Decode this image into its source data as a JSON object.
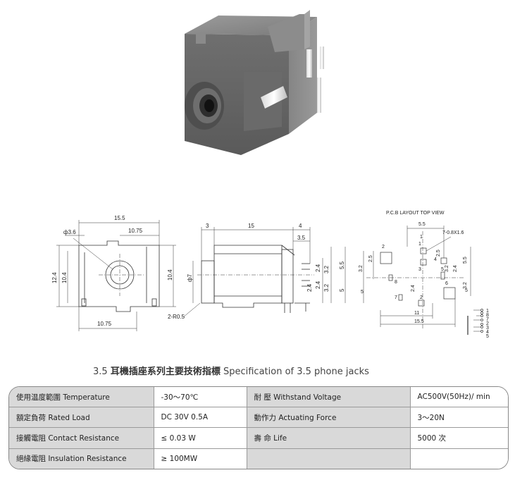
{
  "front_view": {
    "dim_width": "15.5",
    "dim_hole": "ф3.6",
    "dim_hole_offset": "10.75",
    "dim_height_outer": "12.4",
    "dim_height_inner": "10.4",
    "dim_height_right": "10.4",
    "dim_bottom": "10.75"
  },
  "side_view": {
    "dim_front": "3",
    "dim_body": "15",
    "dim_pin_a": "4",
    "dim_pin_b": "3.5",
    "dim_dia": "ф7",
    "dim_radius": "2-R0.5",
    "dim_v1": "2.4",
    "dim_v2": "3.2",
    "dim_v3": "2.4",
    "dim_v4": "2.4",
    "dim_v5": "3.2",
    "dim_r1": "5.5",
    "dim_r2": "5"
  },
  "pcb_layout": {
    "title": "P.C.B LAYOUT   TOP VIEW",
    "dim_top": "5.5",
    "dim_one": "1",
    "dim_hole_spec": "7-0.8X1.6",
    "dim_2": "2",
    "dim_25a": "2.5",
    "dim_32a": "3.2",
    "dim_5left": "5",
    "dim_25b": "2.5",
    "dim_55": "5.5",
    "dim_5r": "5",
    "dim_24": "2.4",
    "dim_32b": "3.2",
    "dim_24b": "2.4",
    "dim_32c": "3.2",
    "dim_11": "11",
    "dim_155": "15.5",
    "pin_1": "1",
    "pin_2": "2",
    "pin_3": "3",
    "pin_4": "4",
    "pin_5": "5",
    "pin_6": "6",
    "pin_7": "7",
    "pin_8": "8",
    "sch_1": "1",
    "sch_8": "8",
    "sch_7": "7",
    "sch_2": "2",
    "sch_3": "3",
    "sch_4": "4",
    "sch_5": "5"
  },
  "title": {
    "number": "3.5",
    "cn": "耳機插座系列主要技術指標",
    "en": "Specification of 3.5 phone jacks"
  },
  "specs": [
    {
      "label": "使用温度範圍 Temperature",
      "value": "-30～70℃",
      "label2": "耐  壓 Withstand Voltage",
      "value2": "AC500V(50Hz)/ min"
    },
    {
      "label": "額定負荷 Rated Load",
      "value": "DC  30V  0.5A",
      "label2": "動作力 Actuating Force",
      "value2": "3～20N"
    },
    {
      "label": "接觸電阻 Contact Resistance",
      "value": "≤ 0.03 W",
      "label2": "壽  命 Life",
      "value2": "5000 次"
    },
    {
      "label": "絕緣電阻 Insulation Resistance",
      "value": "≥ 100MW",
      "label2": "",
      "value2": ""
    }
  ],
  "colors": {
    "housing": "#7d7d7d",
    "housing_dark": "#555555",
    "table_label_bg": "#d9d9d9"
  }
}
